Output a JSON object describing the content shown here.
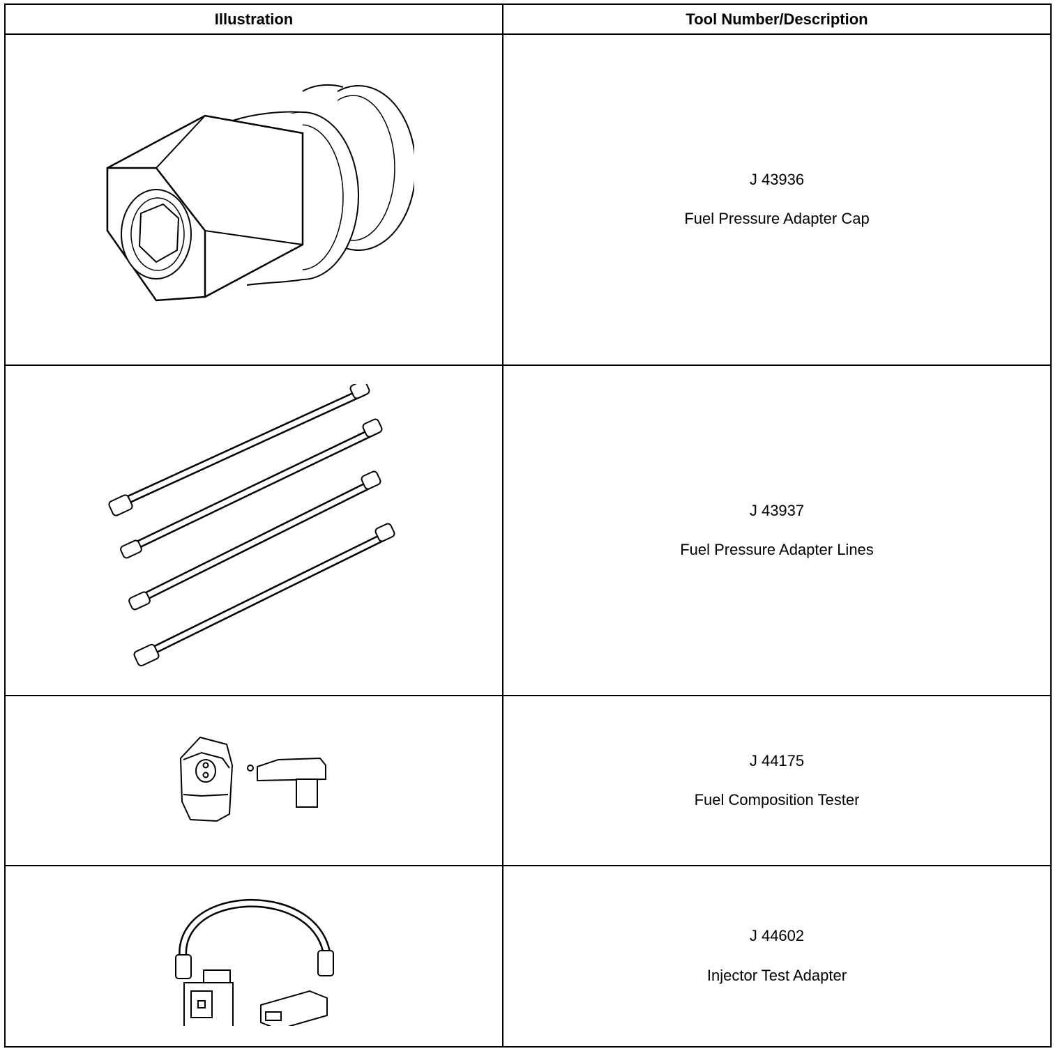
{
  "table": {
    "headers": {
      "illustration": "Illustration",
      "tool_description": "Tool Number/Description"
    },
    "rows": [
      {
        "tool_number": "J 43936",
        "description": "Fuel Pressure Adapter Cap",
        "illustration_icon": "fuel-pressure-adapter-cap-icon"
      },
      {
        "tool_number": "J 43937",
        "description": "Fuel Pressure Adapter Lines",
        "illustration_icon": "fuel-pressure-adapter-lines-icon"
      },
      {
        "tool_number": "J 44175",
        "description": "Fuel Composition Tester",
        "illustration_icon": "fuel-composition-tester-icon"
      },
      {
        "tool_number": "J 44602",
        "description": "Injector Test Adapter",
        "illustration_icon": "injector-test-adapter-icon"
      }
    ]
  }
}
